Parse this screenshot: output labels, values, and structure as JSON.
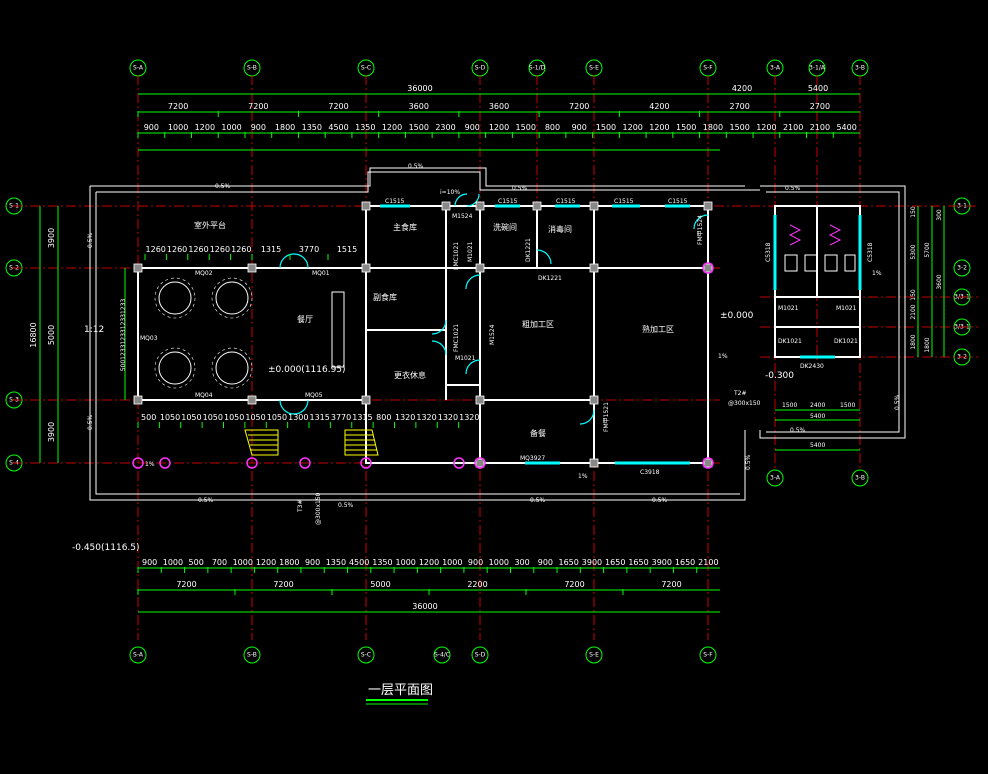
{
  "title": "一层平面图",
  "grid_axes_top": [
    "S-A",
    "S-B",
    "S-C",
    "S-D",
    "S-1/D",
    "S-E",
    "S-F",
    "3-A",
    "3-1/A",
    "3-B"
  ],
  "grid_axes_bottom": [
    "S-A",
    "S-B",
    "S-C",
    "S-4/C",
    "S-D",
    "S-E",
    "S-F"
  ],
  "grid_axes_left": [
    "S-1",
    "S-2",
    "S-3",
    "S-4"
  ],
  "grid_axes_right": [
    "3-1",
    "3-2",
    "3/3-1",
    "3/3-1",
    "3-2"
  ],
  "grid_axes_annex_bottom": [
    "3-A",
    "3-B"
  ],
  "top_dims": {
    "overall": "36000",
    "overall_right": [
      "4200",
      "5400"
    ],
    "row2": [
      "7200",
      "7200",
      "7200",
      "3600",
      "3600",
      "7200",
      "4200",
      "2700",
      "2700"
    ],
    "row3": [
      "900",
      "1000",
      "1200",
      "1000",
      "900",
      "1800",
      "1350",
      "4500",
      "1350",
      "1200",
      "1500",
      "2300",
      "900",
      "1200",
      "1500",
      "800",
      "900",
      "1500",
      "1200",
      "1200",
      "1500",
      "1800",
      "1500",
      "1200",
      "2100",
      "2100",
      "5400"
    ]
  },
  "bottom_dims": {
    "row1": [
      "900",
      "1000",
      "500",
      "700",
      "1000",
      "1200",
      "1800",
      "900",
      "1350",
      "4500",
      "1350",
      "1000",
      "1200",
      "1000",
      "900",
      "1000",
      "300",
      "900",
      "1650",
      "3900",
      "1650",
      "1650",
      "3900",
      "1650",
      "2100"
    ],
    "row2": [
      "7200",
      "7200",
      "5000",
      "2200",
      "7200",
      "7200"
    ],
    "overall": "36000"
  },
  "left_dims": {
    "outer": "16800",
    "inner": [
      "3900",
      "5000",
      "3900"
    ],
    "stack": "5001233123312331233"
  },
  "right_dims": {
    "values": [
      "5700",
      "3600",
      "1800",
      "5300",
      "2100",
      "1800",
      "300",
      "150",
      "150"
    ]
  },
  "annex_dims": [
    "1500",
    "2400",
    "1500",
    "5400",
    "5400"
  ],
  "rooms": {
    "outdoor_platform": "室外平台",
    "dining_hall": "餐厅",
    "main_storage": "主食库",
    "side_storage": "副食库",
    "changing_room": "更衣休息",
    "washing": "洗碗间",
    "disinfection": "消毒间",
    "rough_processing": "粗加工区",
    "cooking": "熟加工区",
    "serving": "备餐"
  },
  "doors_windows": {
    "c1515": "C1515",
    "m1524": "M1524",
    "m1021": "M1021",
    "fmc1021": "FMC1021",
    "dk1221": "DK1221",
    "fmm1521": "FM甲1521",
    "mq01": "MQ01",
    "mq02": "MQ02",
    "mq03": "MQ03",
    "mq04": "MQ04",
    "mq05": "MQ05",
    "mq3927": "MQ3927",
    "c3918": "C3918",
    "c5318": "C5318",
    "dk1021": "DK1021",
    "dk2430": "DK2430",
    "fmm1524": "FM甲1524"
  },
  "annotations": {
    "elev_main": "±0.000(1116.95)",
    "elev_right": "±0.000",
    "elev_low": "-0.300",
    "elev_outside": "-0.450(1116.5)",
    "slope_05": "0.5%",
    "slope_1": "1%",
    "ramp": "1:12",
    "i10": "i=10%",
    "drain1": "T3#",
    "drain1b": "@300x150",
    "drain2": "T2#",
    "drain2b": "@300x150",
    "d1260": [
      "1260",
      "1260",
      "1260",
      "1260",
      "1260"
    ],
    "d_mid": [
      "1315",
      "3770",
      "1515"
    ],
    "d_low": [
      "500",
      "1050",
      "1050",
      "1050",
      "1050",
      "1050",
      "1050",
      "1300",
      "1315",
      "3770",
      "1315",
      "800",
      "1320",
      "1320",
      "1320",
      "1320"
    ]
  },
  "colors": {
    "background": "#000000",
    "dimension": "#00ff00",
    "grid": "#ff0000",
    "wall": "#ffffff",
    "opening": "#00ffff",
    "column": "#ff33ff",
    "stairs": "#ffff00"
  }
}
